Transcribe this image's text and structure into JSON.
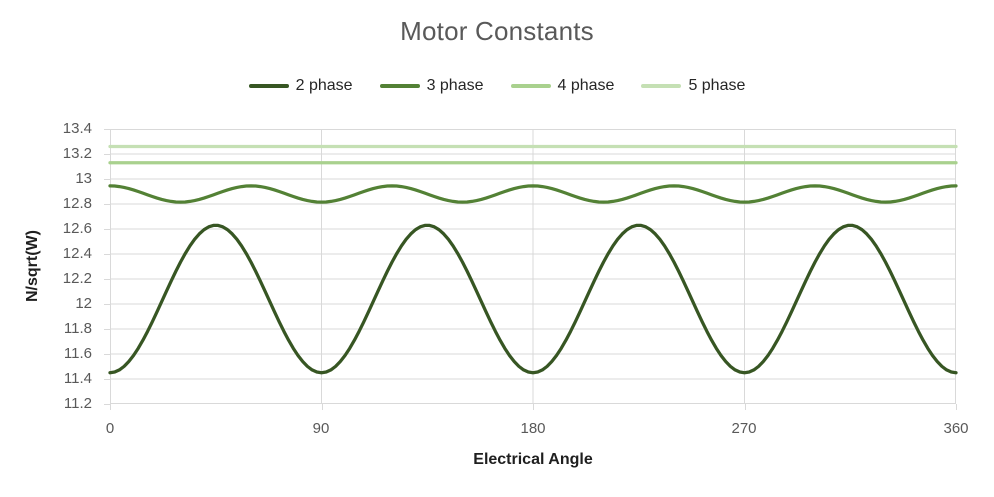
{
  "chart": {
    "title": "Motor Constants",
    "legend": {
      "items": [
        {
          "label": "2 phase"
        },
        {
          "label": "3 phase"
        },
        {
          "label": "4 phase"
        },
        {
          "label": "5 phase"
        }
      ]
    },
    "y_axis": {
      "title": "N/sqrt(W)",
      "tick_labels": [
        "13.4",
        "13.2",
        "13",
        "12.8",
        "12.6",
        "12.4",
        "12.2",
        "12",
        "11.8",
        "11.6",
        "11.4",
        "11.2"
      ]
    },
    "x_axis": {
      "title": "Electrical Angle",
      "tick_labels": [
        "0",
        "90",
        "180",
        "270",
        "360"
      ]
    }
  },
  "chart_data": {
    "type": "line",
    "title": "Motor Constants",
    "xlabel": "Electrical Angle",
    "ylabel": "N/sqrt(W)",
    "xlim": [
      0,
      360
    ],
    "ylim": [
      11.2,
      13.4
    ],
    "x_ticks": [
      0,
      90,
      180,
      270,
      360
    ],
    "y_ticks": [
      11.2,
      11.4,
      11.6,
      11.8,
      12.0,
      12.2,
      12.4,
      12.6,
      12.8,
      13.0,
      13.2,
      13.4
    ],
    "grid": true,
    "grid_color": "#D9D9D9",
    "legend_position": "top",
    "x_sample_step_deg": 15,
    "x": [
      0,
      15,
      30,
      45,
      60,
      75,
      90,
      105,
      120,
      135,
      150,
      165,
      180,
      195,
      210,
      225,
      240,
      255,
      270,
      285,
      300,
      315,
      330,
      345,
      360
    ],
    "series": [
      {
        "name": "2 phase",
        "color": "#375623",
        "model": {
          "mean": 12.04,
          "cos_coeff": -0.59,
          "cycles_per_360": 4
        },
        "y_min": 11.45,
        "y_max": 12.63,
        "values": [
          11.45,
          11.75,
          12.34,
          12.63,
          12.34,
          11.75,
          11.45,
          11.75,
          12.34,
          12.63,
          12.34,
          11.75,
          11.45,
          11.75,
          12.34,
          12.63,
          12.34,
          11.75,
          11.45,
          11.75,
          12.34,
          12.63,
          12.34,
          11.75,
          11.45
        ]
      },
      {
        "name": "3 phase",
        "color": "#538135",
        "model": {
          "mean": 12.88,
          "cos_coeff": 0.065,
          "cycles_per_360": 6
        },
        "y_min": 12.82,
        "y_max": 12.94,
        "values": [
          12.94,
          12.88,
          12.82,
          12.88,
          12.94,
          12.88,
          12.82,
          12.88,
          12.94,
          12.88,
          12.82,
          12.88,
          12.94,
          12.88,
          12.82,
          12.88,
          12.94,
          12.88,
          12.82,
          12.88,
          12.94,
          12.88,
          12.82,
          12.88,
          12.94
        ]
      },
      {
        "name": "4 phase",
        "color": "#A9D18E",
        "model": {
          "mean": 13.13,
          "cos_coeff": 0,
          "cycles_per_360": 0
        },
        "y_min": 13.13,
        "y_max": 13.13,
        "values": [
          13.13,
          13.13,
          13.13,
          13.13,
          13.13,
          13.13,
          13.13,
          13.13,
          13.13,
          13.13,
          13.13,
          13.13,
          13.13,
          13.13,
          13.13,
          13.13,
          13.13,
          13.13,
          13.13,
          13.13,
          13.13,
          13.13,
          13.13,
          13.13,
          13.13
        ]
      },
      {
        "name": "5 phase",
        "color": "#C5E0B4",
        "model": {
          "mean": 13.26,
          "cos_coeff": 0,
          "cycles_per_360": 0
        },
        "y_min": 13.26,
        "y_max": 13.26,
        "values": [
          13.26,
          13.26,
          13.26,
          13.26,
          13.26,
          13.26,
          13.26,
          13.26,
          13.26,
          13.26,
          13.26,
          13.26,
          13.26,
          13.26,
          13.26,
          13.26,
          13.26,
          13.26,
          13.26,
          13.26,
          13.26,
          13.26,
          13.26,
          13.26,
          13.26
        ]
      }
    ]
  }
}
